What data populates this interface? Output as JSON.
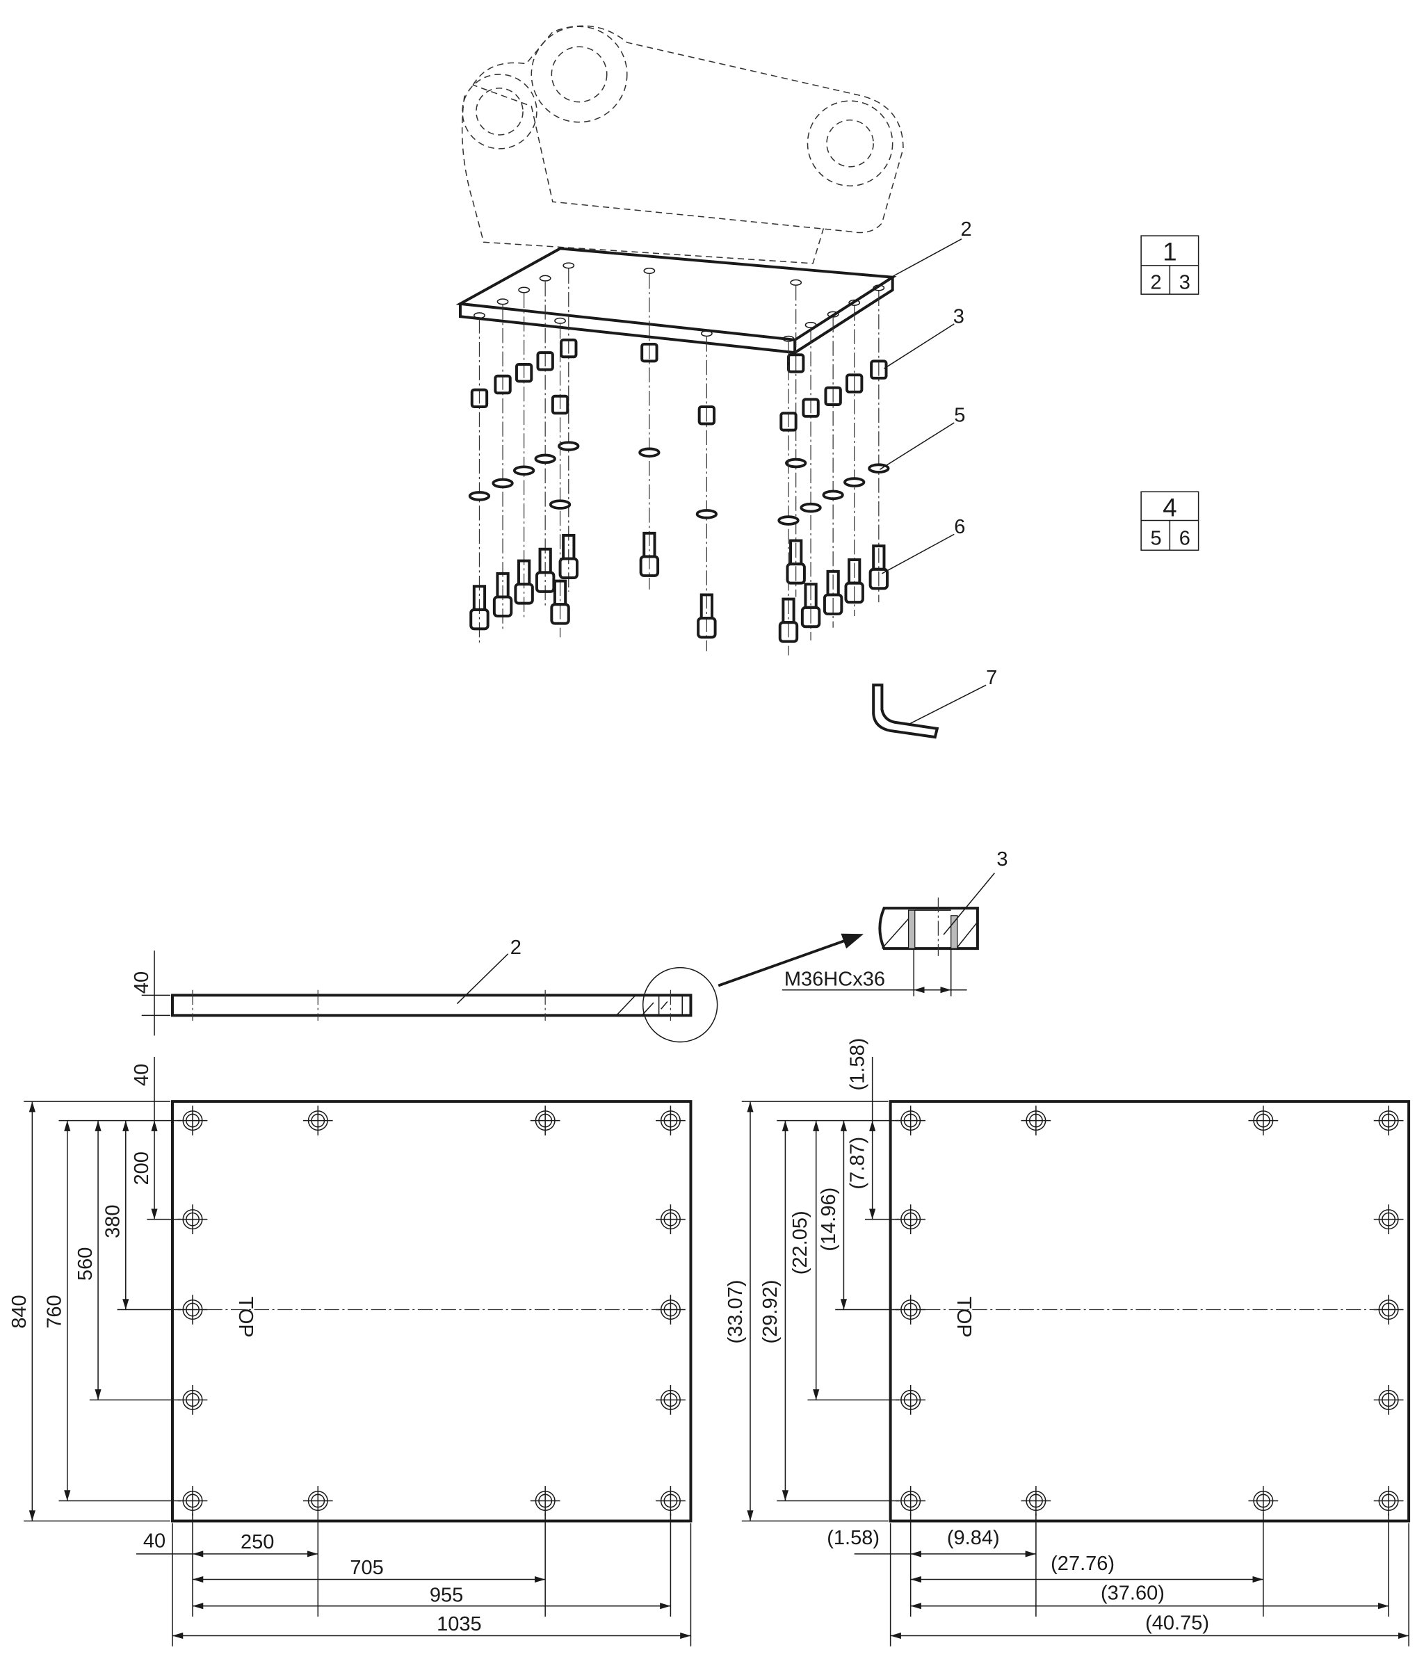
{
  "callouts": {
    "plate": "2",
    "plug": "3",
    "washer": "5",
    "bolt": "6",
    "key": "7",
    "detail_plug": "3",
    "side_plate": "2"
  },
  "assembly_tables": [
    {
      "top": "1",
      "left": "2",
      "right": "3"
    },
    {
      "top": "4",
      "left": "5",
      "right": "6"
    }
  ],
  "detail": {
    "thread_spec": "M36HCx36"
  },
  "side_view": {
    "thickness": "40"
  },
  "metric_view": {
    "label": "TOP",
    "vertical": {
      "top_offset": "40",
      "d200": "200",
      "d380": "380",
      "d560": "560",
      "d760": "760",
      "d840": "840"
    },
    "horizontal": {
      "left_offset": "40",
      "d250": "250",
      "d705": "705",
      "d955": "955",
      "d1035": "1035"
    }
  },
  "imperial_view": {
    "label": "TOP",
    "vertical": {
      "top_offset": "(1.58)",
      "d200": "(7.87)",
      "d380": "(14.96)",
      "d560": "(22.05)",
      "d760": "(29.92)",
      "d840": "(33.07)"
    },
    "horizontal": {
      "left_offset": "(1.58)",
      "d250": "(9.84)",
      "d705": "(27.76)",
      "d955": "(37.60)",
      "d1035": "(40.75)"
    }
  }
}
